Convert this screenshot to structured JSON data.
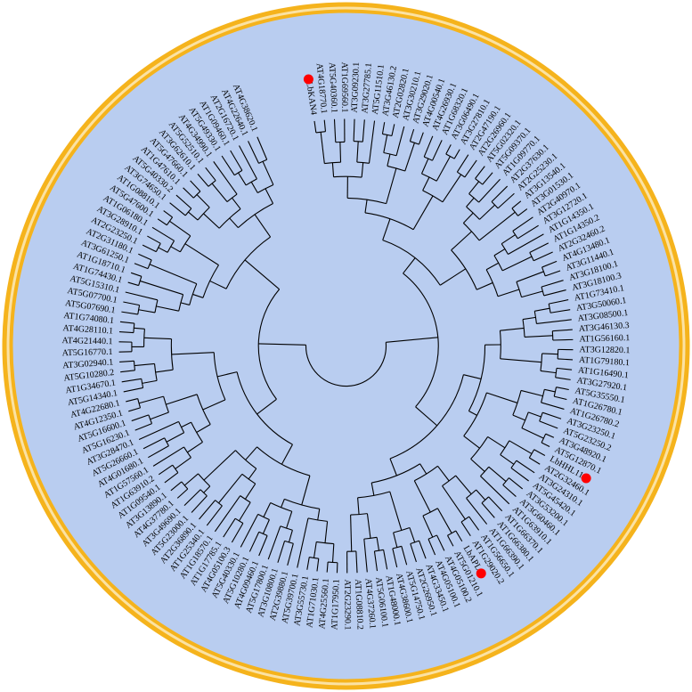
{
  "title": "",
  "colors": {
    "background": "#b9cdf0",
    "ring": "#f5b31c",
    "ring_inner": "#fbe2a3",
    "branch": "#000000",
    "highlight": "#ff0000"
  },
  "tree": {
    "highlighted": [
      "LbKAN4",
      "LbHHL11",
      "LbAPL"
    ],
    "leaves": [
      "LbKAN4",
      "AT4G18770.1",
      "AT5G40360.1",
      "AT1G69560.1",
      "AT3G09230.1",
      "AT3G27785.1",
      "AT5G11510.1",
      "AT3G46130.2",
      "AT2G02820.1",
      "AT3G30210.1",
      "AT3G29020.1",
      "AT4G00540.1",
      "AT4G26930.1",
      "AT1G68320.1",
      "AT3G06490.1",
      "AT3G27810.1",
      "AT2G47190.1",
      "AT2G26960.1",
      "AT5G02320.1",
      "AT5G09370.1",
      "AT1G09770.1",
      "AT2G37630.1",
      "AT2G25230.1",
      "AT3G13540.1",
      "AT3G01530.1",
      "AT2G40970.1",
      "AT3G12720.1",
      "AT1G14350.1",
      "AT1G14350.2",
      "AT2G32460.2",
      "AT4G13480.1",
      "AT3G11440.1",
      "AT3G18100.1",
      "AT3G18100.3",
      "AT1G73410.1",
      "AT3G50060.1",
      "AT3G08500.1",
      "AT3G46130.3",
      "AT1G56160.1",
      "AT3G12820.1",
      "AT1G79180.1",
      "AT1G16490.1",
      "AT3G27920.1",
      "AT5G35550.1",
      "AT1G26780.1",
      "AT1G26780.2",
      "AT3G23250.1",
      "AT5G23250.2",
      "AT3G48920.1",
      "AT5G12870.1",
      "LbHHL11",
      "AT2G32460.1",
      "AT3G24310.1",
      "AT5G45420.1",
      "AT3G53200.1",
      "AT3G60460.1",
      "AT1G63910.1",
      "AT1G66370.1",
      "AT1G66380.1",
      "AT1G66390.1",
      "AT1G56650.1",
      "AT1G29020.2",
      "LbAPL",
      "AT5G01210.1",
      "AT4G05100.2",
      "AT4G05100.1",
      "AT4G33450.1",
      "AT2G26950.1",
      "AT5G14750.1",
      "AT4G38600.1",
      "AT1G48000.1",
      "AT5G06100.1",
      "AT4G37260.1",
      "AT1G08810.2",
      "AT2G23290.1",
      "AT1G17950.1",
      "AT4G25560.1",
      "AT1G71030.1",
      "AT3G55730.1",
      "AT5G39700.1",
      "AT2G39880.1",
      "AT3G10800.1",
      "AT5G17800.1",
      "AT4G09460.1",
      "AT5G10280.1",
      "AT5G40330.1",
      "AT4G05100.3",
      "AT1G17785.1",
      "AT1G18570.1",
      "AT1G25340.1",
      "AT2G36890.1",
      "AT5G23000.1",
      "AT3G49690.1",
      "AT4G37780.1",
      "AT3G13890.1",
      "AT1G09540.1",
      "AT1G63910.2",
      "AT1G57560.1",
      "AT4G01680.1",
      "AT5G26660.1",
      "AT3G28470.1",
      "AT5G16230.1",
      "AT5G16600.1",
      "AT4G12350.1",
      "AT4G22680.1",
      "AT5G14340.1",
      "AT1G34670.1",
      "AT5G10280.2",
      "AT3G02940.1",
      "AT5G16770.1",
      "AT4G21440.1",
      "AT4G28110.1",
      "AT1G74080.1",
      "AT5G07690.1",
      "AT5G07700.1",
      "AT5G15310.1",
      "AT1G74430.1",
      "AT1G18710.1",
      "AT3G61250.1",
      "AT2G31180.1",
      "AT2G23250.1",
      "AT3G28910.1",
      "AT1G06180.1",
      "AT5G47600.1",
      "AT1G08810.1",
      "AT3G74650.1",
      "AT5G40330.2",
      "AT1G47610.1",
      "AT5G47660.1",
      "AT3G62610.1",
      "AT5G52510.1",
      "AT4G34990.1",
      "AT5G49330.1",
      "AT1G09460.1",
      "AT2G16720.1",
      "AT4G22640.1",
      "AT4G38620.1"
    ]
  }
}
